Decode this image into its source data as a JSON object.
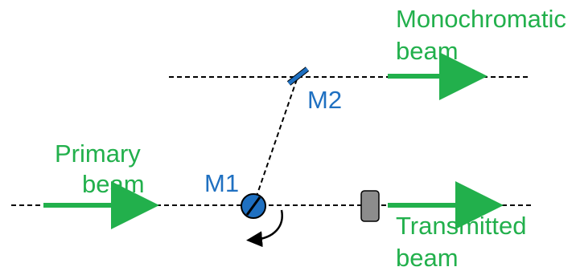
{
  "labels": {
    "primary_beam": [
      "Primary",
      "beam"
    ],
    "monochromatic_beam": [
      "Monochromatic",
      "beam"
    ],
    "transmitted_beam": [
      "Transmitted",
      "beam"
    ],
    "mirror_1": "M1",
    "mirror_2": "M2"
  },
  "colors": {
    "beam_green": "#22b04c",
    "mirror_blue": "#1f70c1",
    "line_black": "#000000",
    "sample_gray": "#8c8c8c"
  },
  "icons": {
    "rotation": "curved-arrow-icon",
    "sample": "rounded-rectangle-icon"
  }
}
